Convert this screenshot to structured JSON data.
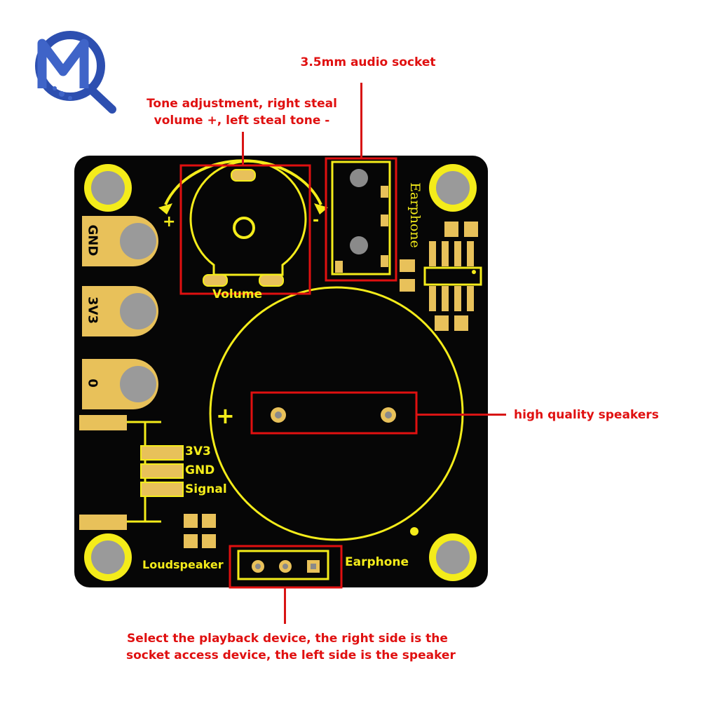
{
  "brand": {
    "logo_letters": "MQ"
  },
  "annotations": {
    "tone_line1": "Tone adjustment, right steal",
    "tone_line2": "volume +, left steal tone -",
    "audio_socket": "3.5mm audio socket",
    "speakers": "high quality speakers",
    "select_line1": "Select the playback device, the right side is the",
    "select_line2": "socket access device, the left side is the speaker"
  },
  "board": {
    "pin_gnd": "GND",
    "pin_3v3": "3V3",
    "pin_0": "0",
    "volume_label": "Volume",
    "earphone_vertical": "Earphone",
    "connector_3v3": "3V3",
    "connector_gnd": "GND",
    "connector_signal": "Signal",
    "switch_left": "Loudspeaker",
    "switch_right": "Earphone",
    "plus_knob": "+",
    "minus_knob": "-",
    "plus_speaker": "+"
  },
  "colors": {
    "board": "#060606",
    "silkscreen": "#f4ec1a",
    "pad": "#e8c15a",
    "annotation": "#e01010",
    "logo_blue": "#2d4fb0"
  }
}
